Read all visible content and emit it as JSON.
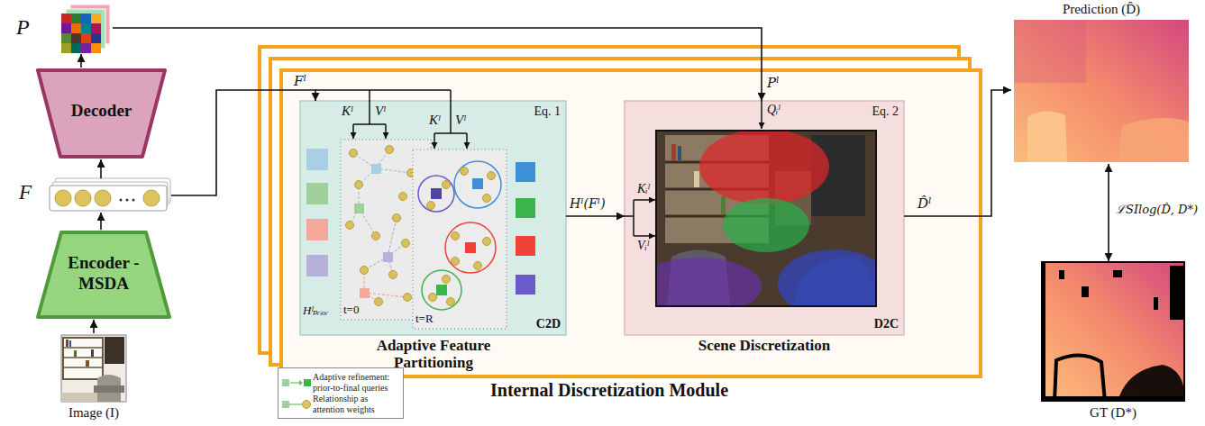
{
  "diagram": {
    "nodes": [
      {
        "text": [
          "Image (I)"
        ]
      },
      {
        "text": [
          "Encoder - MSDA"
        ]
      },
      {
        "text": [
          "F"
        ]
      },
      {
        "text": [
          "Decoder"
        ]
      },
      {
        "text": [
          "P"
        ]
      },
      {
        "text": [
          "Internal Discretization Module"
        ]
      },
      {
        "text": [
          "Eq. 1",
          "C2D",
          "Adaptive Feature Partitioning"
        ],
        "in": 5
      },
      {
        "text": [
          "t=0"
        ],
        "in": 6
      },
      {
        "text": [
          "t=R"
        ],
        "in": 6
      },
      {
        "text": [
          "Eq. 2",
          "D2C",
          "Scene Discretization"
        ],
        "in": 5
      },
      {
        "text": [
          "Prediction (D̂)"
        ]
      },
      {
        "text": [
          "GT (D*)"
        ]
      }
    ],
    "edges": [
      {
        "from": 0,
        "to": 1,
        "arrow": "to"
      },
      {
        "from": 1,
        "to": 2,
        "arrow": "to"
      },
      {
        "from": 2,
        "to": 3,
        "arrow": "to"
      },
      {
        "from": 3,
        "to": 4,
        "arrow": "to"
      },
      {
        "from": 2,
        "to": 6,
        "arrow": "to",
        "label": "Fˡ"
      },
      {
        "from": 4,
        "to": 9,
        "arrow": "to",
        "label": "Pˡ"
      },
      {
        "from": 6,
        "to": 9,
        "arrow": "to",
        "label": "Hˡ(Fˡ)"
      },
      {
        "from": 9,
        "to": 10,
        "arrow": "to",
        "label": "D̂ˡ"
      },
      {
        "from": 10,
        "to": 11,
        "arrow": "both",
        "label": "ℒSIlog(D̂, D*)"
      }
    ],
    "labels": [
      "Kˡ",
      "Vˡ",
      "Kˡ",
      "Vˡ",
      "Hˡₚᵣᵢₒᵣ",
      "Qᵢˡ",
      "Kᵢˡ",
      "Vᵢˡ"
    ],
    "legend": [
      {
        "text": "Adaptive refinement: prior-to-final queries"
      },
      {
        "text": "Relationship as attention weights"
      }
    ]
  }
}
